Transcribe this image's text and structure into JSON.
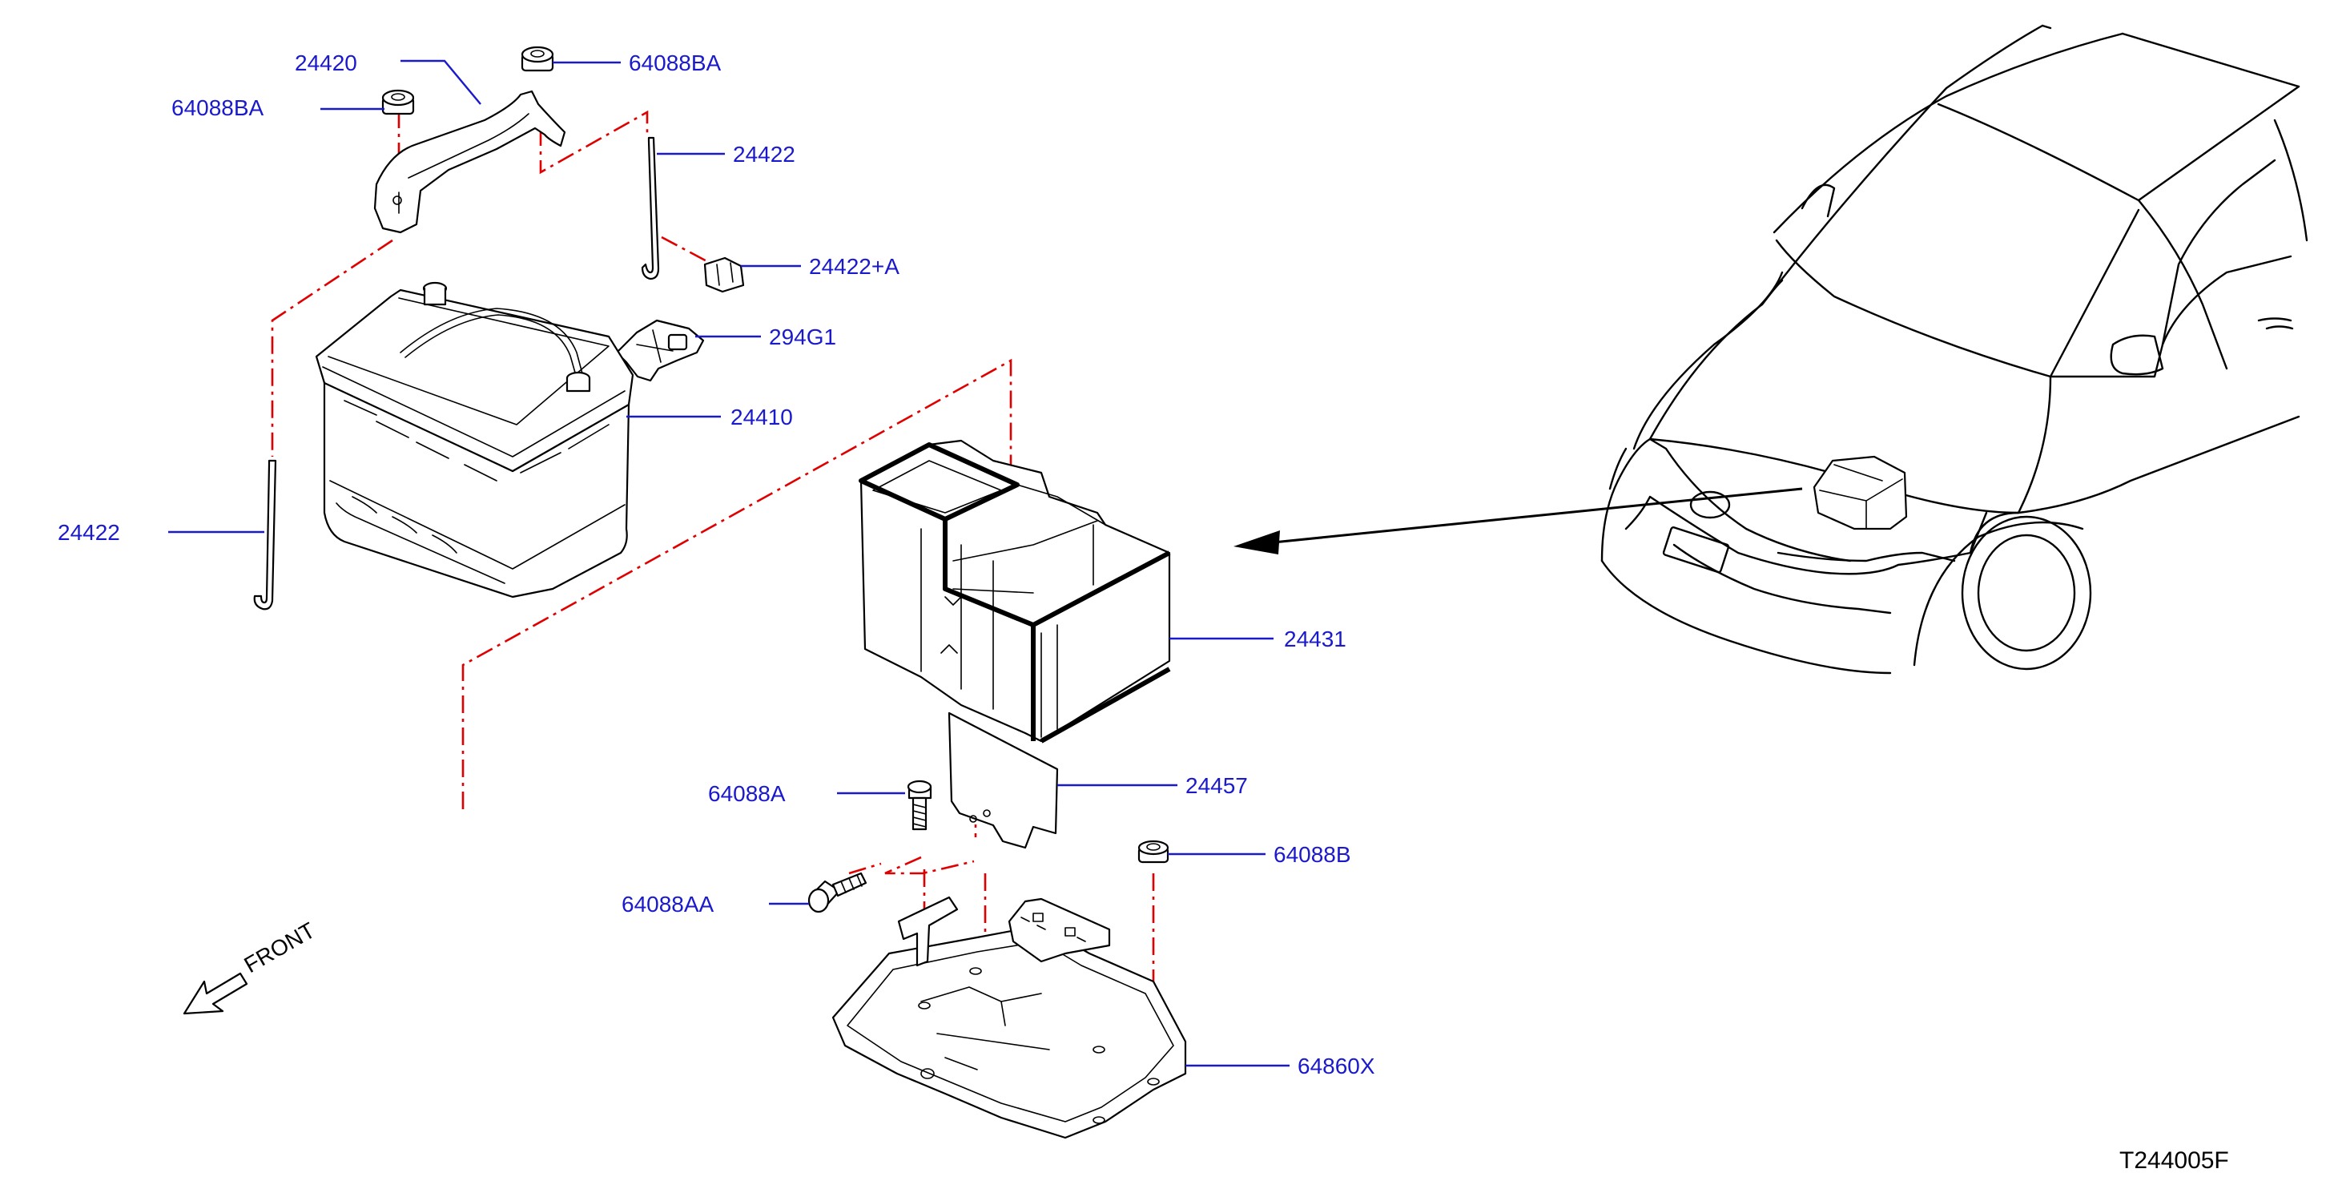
{
  "diagram": {
    "callouts": [
      {
        "id": "c-24420",
        "text": "24420"
      },
      {
        "id": "c-64088ba-top",
        "text": "64088BA"
      },
      {
        "id": "c-64088ba-left",
        "text": "64088BA"
      },
      {
        "id": "c-24422-top",
        "text": "24422"
      },
      {
        "id": "c-24422a",
        "text": "24422+A"
      },
      {
        "id": "c-294g1",
        "text": "294G1"
      },
      {
        "id": "c-24410",
        "text": "24410"
      },
      {
        "id": "c-24422-left",
        "text": "24422"
      },
      {
        "id": "c-24431",
        "text": "24431"
      },
      {
        "id": "c-24457",
        "text": "24457"
      },
      {
        "id": "c-64088a",
        "text": "64088A"
      },
      {
        "id": "c-64088b",
        "text": "64088B"
      },
      {
        "id": "c-64088aa",
        "text": "64088AA"
      },
      {
        "id": "c-64860x",
        "text": "64860X"
      }
    ],
    "front_label": "FRONT",
    "drawing_code": "T244005F",
    "colors": {
      "callout_text": "#1a1acc",
      "leader_line": "#1a1acc",
      "assembly_line": "#e00000",
      "part_outline": "#000000"
    }
  }
}
